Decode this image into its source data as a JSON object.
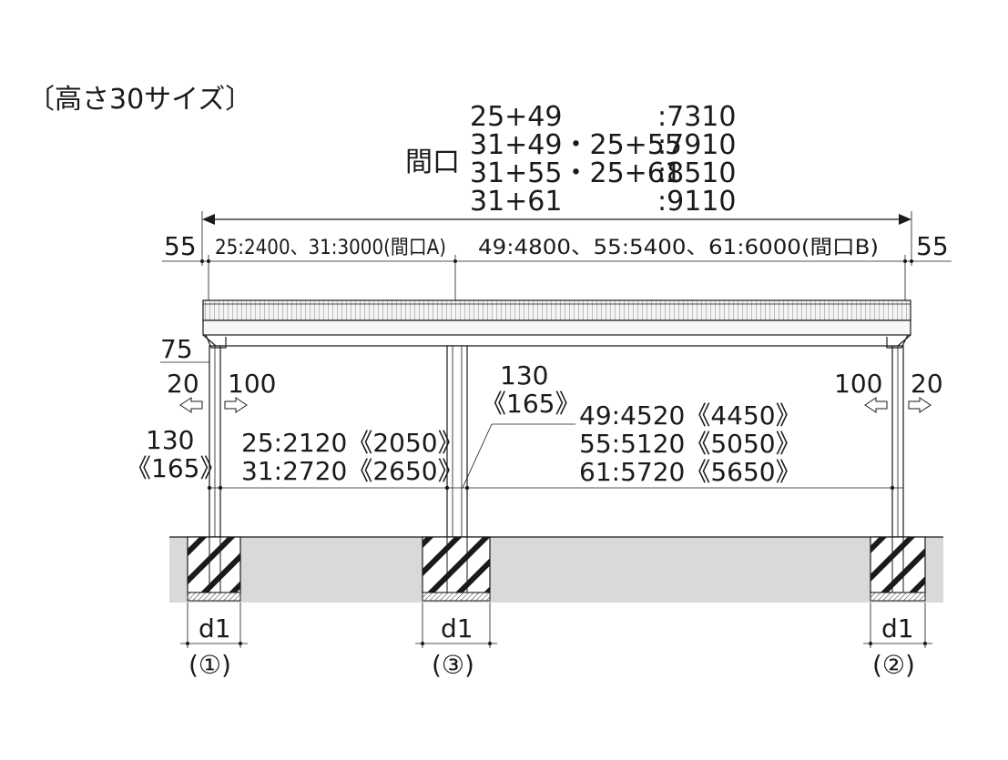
{
  "heading": "〔高さ30サイズ〕",
  "frontage": {
    "label": "間口",
    "lines": [
      "25+49",
      "31+49・25+55",
      "31+55・25+61",
      "31+61"
    ],
    "values": [
      ":7310",
      ":7910",
      ":8510",
      ":9110"
    ]
  },
  "dims": {
    "left_end": "55",
    "right_end": "55",
    "span_a": "25:2400、31:3000(間口A)",
    "span_b": "49:4800、55:5400、61:6000(間口B)",
    "beam_h": "75",
    "left_out": "20",
    "left_in": "100",
    "right_in": "100",
    "right_out": "20",
    "post_h_left": [
      "130",
      "《165》"
    ],
    "post_h_center": [
      "130",
      "《165》"
    ],
    "inner_a": [
      "25:2120《2050》",
      "31:2720《2650》"
    ],
    "inner_b": [
      "49:4520《4450》",
      "55:5120《5050》",
      "61:5720《5650》"
    ],
    "footing": [
      "d1",
      "d1",
      "d1"
    ]
  },
  "posts": [
    "(①)",
    "(③)",
    "(②)"
  ],
  "colors": {
    "ground": "#d9d9d9",
    "line": "#1a1a1a",
    "roof": "#f2f2f2"
  }
}
